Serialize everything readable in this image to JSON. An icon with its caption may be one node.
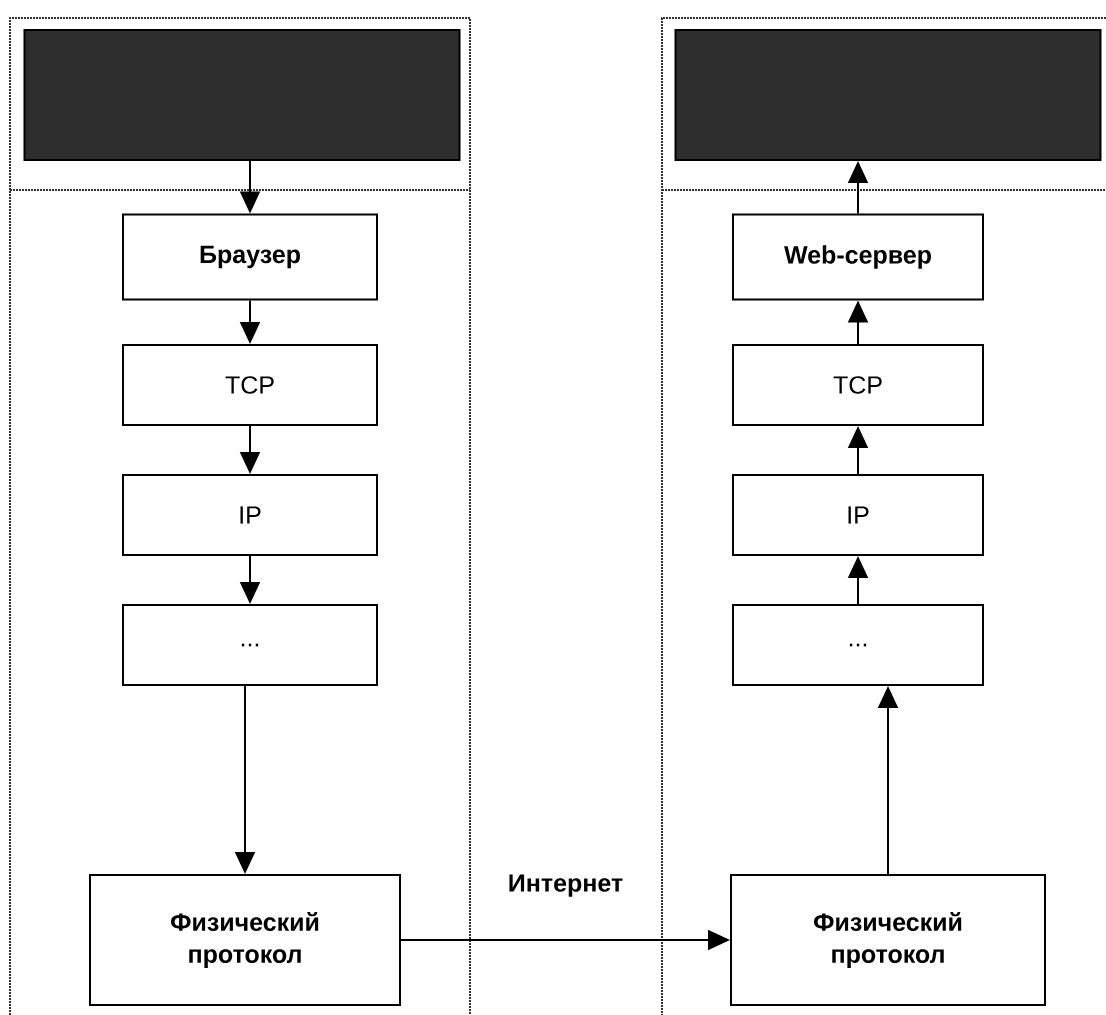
{
  "diagram": {
    "nodes": [
      {
        "text": [],
        "shape": "box"
      },
      {
        "text": [
          "Браузер"
        ]
      },
      {
        "text": [
          "TCP"
        ]
      },
      {
        "text": [
          "IP"
        ]
      },
      {
        "text": [
          "..."
        ]
      },
      {
        "text": [
          "Физический протокол"
        ]
      },
      {
        "text": [],
        "shape": "box"
      },
      {
        "text": [
          "Web-сервер"
        ]
      },
      {
        "text": [
          "TCP"
        ]
      },
      {
        "text": [
          "IP"
        ]
      },
      {
        "text": [
          "..."
        ]
      },
      {
        "text": [
          "Физический протокол"
        ]
      }
    ],
    "edges": [
      {
        "from": 0,
        "to": 1,
        "arrow": "to"
      },
      {
        "from": 1,
        "to": 2,
        "arrow": "to"
      },
      {
        "from": 2,
        "to": 3,
        "arrow": "to"
      },
      {
        "from": 3,
        "to": 4,
        "arrow": "to"
      },
      {
        "from": 4,
        "to": 5,
        "arrow": "to"
      },
      {
        "from": 5,
        "to": 11,
        "arrow": "to",
        "label": "Интернет"
      },
      {
        "from": 11,
        "to": 10,
        "arrow": "to"
      },
      {
        "from": 10,
        "to": 9,
        "arrow": "to"
      },
      {
        "from": 9,
        "to": 8,
        "arrow": "to"
      },
      {
        "from": 8,
        "to": 7,
        "arrow": "to"
      },
      {
        "from": 7,
        "to": 6,
        "arrow": "to"
      }
    ]
  }
}
